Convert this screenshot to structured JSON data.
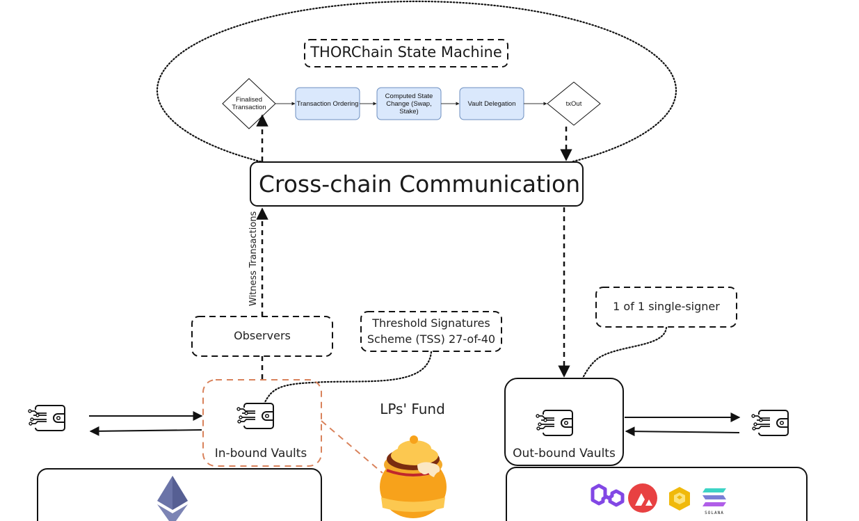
{
  "state_machine": {
    "title": "THORChain State Machine",
    "steps": [
      {
        "id": "finalised",
        "shape": "diamond",
        "lines": [
          "Finalised",
          "Transaction"
        ]
      },
      {
        "id": "ordering",
        "shape": "box",
        "lines": [
          "Transaction Ordering"
        ]
      },
      {
        "id": "computed",
        "shape": "box",
        "lines": [
          "Computed State",
          "Change (Swap,",
          "Stake)"
        ]
      },
      {
        "id": "delegation",
        "shape": "box",
        "lines": [
          "Vault Delegation"
        ]
      },
      {
        "id": "txout",
        "shape": "diamond",
        "lines": [
          "txOut"
        ]
      }
    ]
  },
  "cross_chain": {
    "label": "Cross-chain Communication"
  },
  "witness": {
    "label": "Witness Transactions"
  },
  "observers": {
    "label": "Observers"
  },
  "tss": {
    "lines": [
      "Threshold Signatures",
      "Scheme (TSS) 27-of-40"
    ]
  },
  "single_signer": {
    "label": "1 of 1 single-signer"
  },
  "inbound": {
    "label": "In-bound Vaults"
  },
  "outbound": {
    "label": "Out-bound Vaults"
  },
  "lp_fund": {
    "label": "LPs' Fund"
  },
  "chains_left": {
    "icons": [
      "ethereum-icon"
    ]
  },
  "chains_right": {
    "icons": [
      "polygon-icon",
      "avalanche-icon",
      "bnb-icon",
      "solana-icon"
    ],
    "solana_text": "SOLANA"
  },
  "colors": {
    "flow_fill": "#dae8fc",
    "flow_stroke": "#6c8ebf",
    "inbound_border": "#d9825b",
    "polygon": "#8247e5",
    "avalanche": "#e84142",
    "bnb": "#f0b90b",
    "ethereum": "#6b74a8"
  }
}
